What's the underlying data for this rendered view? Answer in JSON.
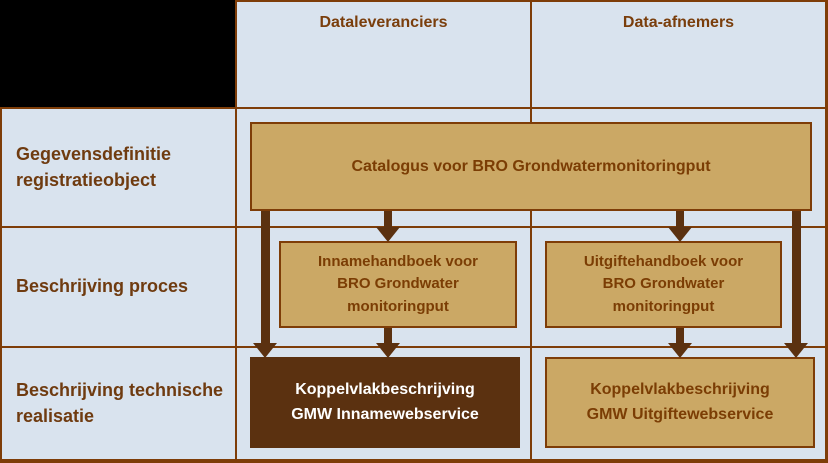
{
  "colors": {
    "background": "#d9e3ee",
    "grid_border": "#7e3d08",
    "box_fill_tan": "#cba865",
    "dark_brown": "#5b3110",
    "header_text": "#7a3e0c",
    "row_label_text": "#6f3b10",
    "box_text": "#7b3d04",
    "dark_box_text": "#ffffff",
    "corner_cell": "#000000"
  },
  "columns": [
    {
      "label": "Dataleveranciers"
    },
    {
      "label": "Data-afnemers"
    }
  ],
  "rows": [
    {
      "label": "Gegevensdefinitie\nregistratieobject"
    },
    {
      "label": "Beschrijving proces"
    },
    {
      "label": "Beschrijving technische\nrealisatie"
    }
  ],
  "boxes": {
    "catalogus": {
      "label": "Catalogus voor BRO Grondwatermonitoringput"
    },
    "innamehandboek": {
      "label": "Innamehandboek voor\nBRO Grondwater\nmonitoringput"
    },
    "uitgiftehandboek": {
      "label": "Uitgiftehandboek voor\nBRO Grondwater\nmonitoringput"
    },
    "koppelvlak_inname": {
      "label": "Koppelvlakbeschrijving\nGMW Innamewebservice"
    },
    "koppelvlak_uitgifte": {
      "label": "Koppelvlakbeschrijving\nGMW Uitgiftewebservice"
    }
  }
}
